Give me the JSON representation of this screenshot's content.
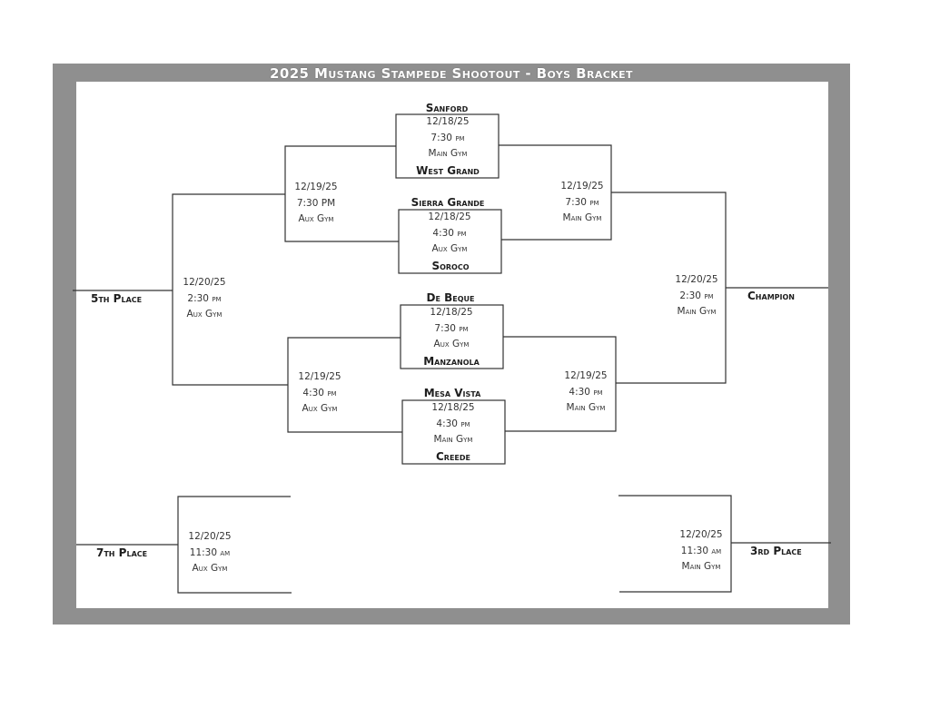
{
  "title": "2025 Mustang Stampede Shootout - Boys Bracket",
  "quarterfinals": [
    {
      "top": "Sanford",
      "date": "12/18/25",
      "time": "7:30 pm",
      "venue": "Main Gym",
      "bottom": "West Grand"
    },
    {
      "top": "Sierra Grande",
      "date": "12/18/25",
      "time": "4:30 pm",
      "venue": "Aux Gym",
      "bottom": "Soroco"
    },
    {
      "top": "De Beque",
      "date": "12/18/25",
      "time": "7:30 pm",
      "venue": "Aux Gym",
      "bottom": "Manzanola"
    },
    {
      "top": "Mesa Vista",
      "date": "12/18/25",
      "time": "4:30 pm",
      "venue": "Main Gym",
      "bottom": "Creede"
    }
  ],
  "semis": {
    "left_top": {
      "date": "12/19/25",
      "time": "7:30 PM",
      "venue": "Aux Gym"
    },
    "right_top": {
      "date": "12/19/25",
      "time": "7:30 pm",
      "venue": "Main Gym"
    },
    "left_bottom": {
      "date": "12/19/25",
      "time": "4:30 pm",
      "venue": "Aux Gym"
    },
    "right_bottom": {
      "date": "12/19/25",
      "time": "4:30 pm",
      "venue": "Main Gym"
    }
  },
  "finals": {
    "fifth": {
      "date": "12/20/25",
      "time": "2:30 pm",
      "venue": "Aux Gym",
      "label": "5th Place"
    },
    "champion": {
      "date": "12/20/25",
      "time": "2:30 pm",
      "venue": "Main Gym",
      "label": "Champion"
    },
    "seventh": {
      "date": "12/20/25",
      "time": "11:30 am",
      "venue": "Aux Gym",
      "label": "7th Place"
    },
    "third": {
      "date": "12/20/25",
      "time": "11:30 am",
      "venue": "Main Gym",
      "label": "3rd Place"
    }
  }
}
